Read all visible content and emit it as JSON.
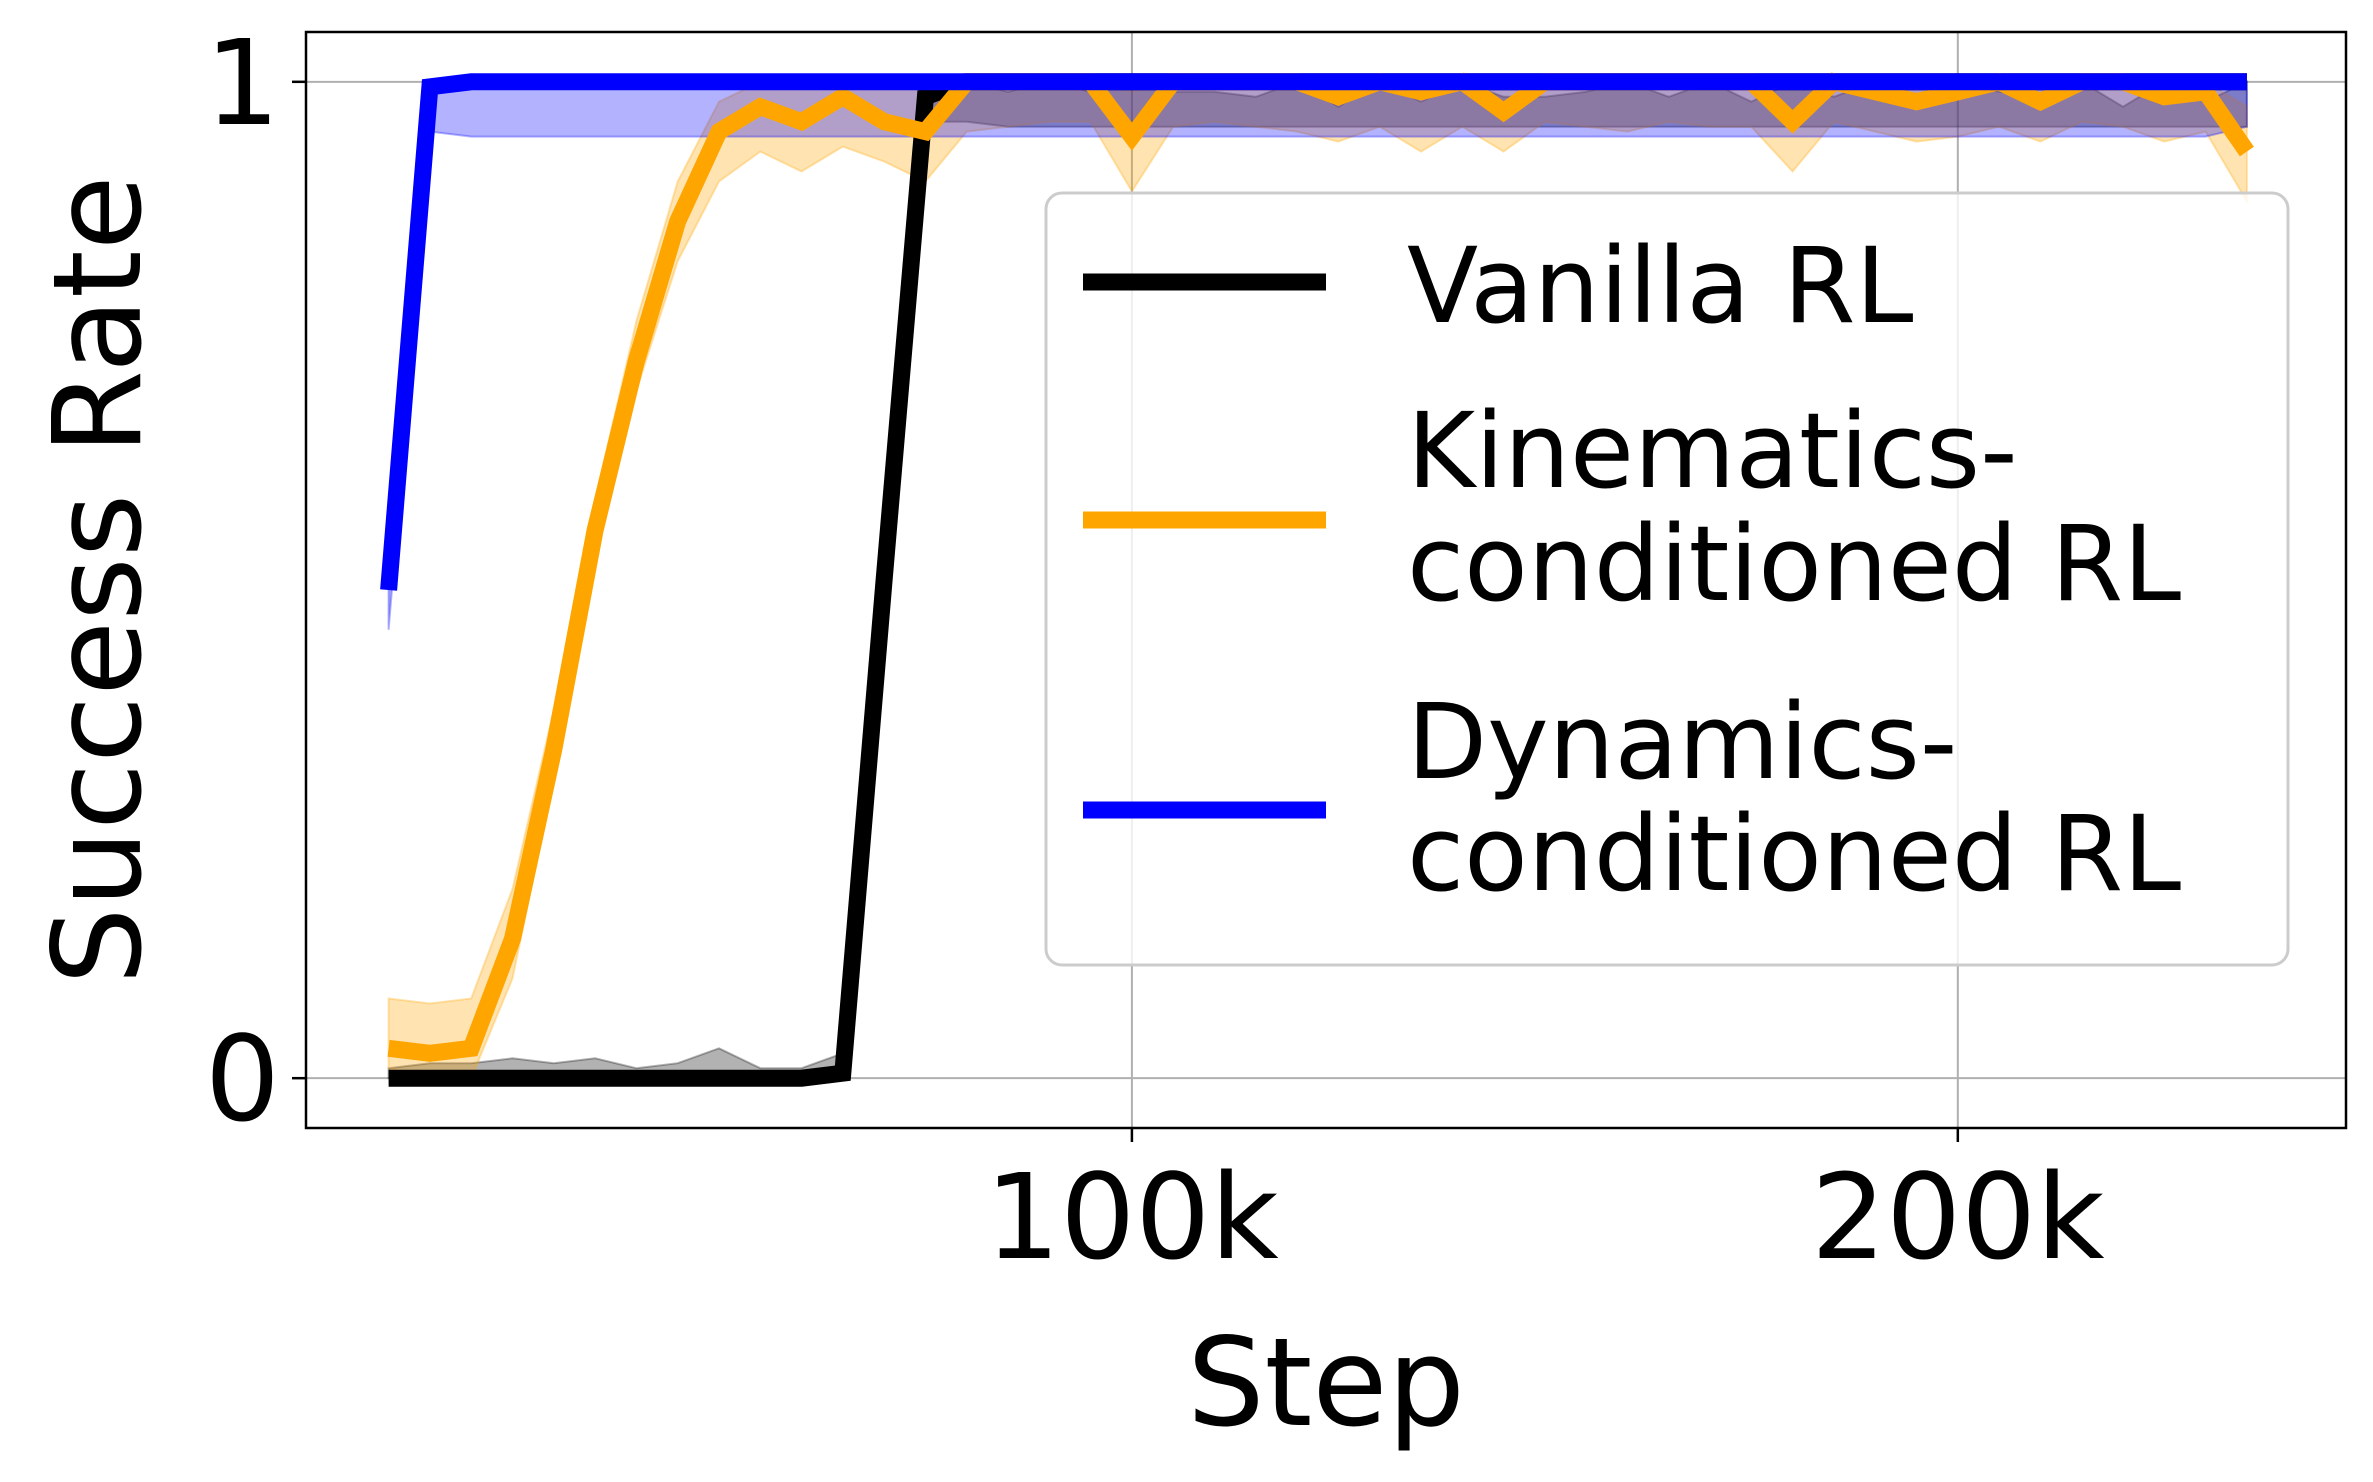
{
  "chart_data": {
    "type": "line",
    "title": "",
    "xlabel": "Step",
    "ylabel": "Success Rate",
    "xlim": [
      0,
      247000
    ],
    "ylim": [
      -0.05,
      1.05
    ],
    "x_ticks": [
      100000,
      200000
    ],
    "x_tick_labels": [
      "100k",
      "200k"
    ],
    "y_ticks": [
      0,
      1
    ],
    "y_tick_labels": [
      "0",
      "1"
    ],
    "grid": true,
    "legend_placement": "right",
    "series": [
      {
        "name": "Vanilla RL",
        "color": "#000000",
        "x": [
          10000,
          15000,
          20000,
          25000,
          30000,
          35000,
          40000,
          45000,
          50000,
          55000,
          60000,
          65000,
          70000,
          75000,
          80000,
          85000,
          90000,
          95000,
          100000,
          105000,
          110000,
          115000,
          120000,
          125000,
          130000,
          135000,
          140000,
          145000,
          150000,
          155000,
          160000,
          165000,
          170000,
          175000,
          180000,
          185000,
          190000,
          195000,
          200000,
          205000,
          210000,
          215000,
          220000,
          225000,
          230000,
          235000
        ],
        "values": [
          0,
          0,
          0,
          0,
          0,
          0,
          0,
          0,
          0,
          0,
          0,
          0.005,
          0.5,
          0.985,
          1,
          1,
          1,
          1,
          1,
          1,
          1,
          1,
          1,
          1,
          1,
          1,
          1,
          1,
          1,
          1,
          1,
          1,
          1,
          1,
          1,
          1,
          1,
          1,
          1,
          1,
          1,
          1,
          1,
          1,
          1,
          1
        ],
        "lower": [
          0,
          0,
          0,
          0,
          0,
          0,
          0,
          0,
          0,
          0,
          0,
          0,
          0.45,
          0.96,
          0.96,
          0.955,
          0.955,
          0.955,
          0.955,
          0.955,
          0.955,
          0.955,
          0.955,
          0.955,
          0.955,
          0.955,
          0.955,
          0.955,
          0.955,
          0.955,
          0.955,
          0.955,
          0.955,
          0.955,
          0.955,
          0.955,
          0.955,
          0.955,
          0.955,
          0.955,
          0.955,
          0.955,
          0.955,
          0.955,
          0.955,
          0.955
        ],
        "upper": [
          0.01,
          0.015,
          0.015,
          0.02,
          0.015,
          0.02,
          0.01,
          0.015,
          0.03,
          0.01,
          0.01,
          0.025,
          0.55,
          1,
          1,
          0.99,
          1,
          0.99,
          1,
          0.99,
          0.99,
          0.985,
          1,
          0.975,
          1,
          0.98,
          1,
          0.985,
          0.985,
          0.99,
          1,
          0.985,
          1,
          0.98,
          1,
          0.985,
          1,
          0.975,
          1,
          0.99,
          0.985,
          1,
          0.975,
          1,
          0.98,
          1
        ]
      },
      {
        "name": "Kinematics-\nconditioned RL",
        "color": "#FFA500",
        "x": [
          10000,
          15000,
          20000,
          25000,
          30000,
          35000,
          40000,
          45000,
          50000,
          55000,
          60000,
          65000,
          70000,
          75000,
          80000,
          85000,
          90000,
          95000,
          100000,
          105000,
          110000,
          115000,
          120000,
          125000,
          130000,
          135000,
          140000,
          145000,
          150000,
          155000,
          160000,
          165000,
          170000,
          175000,
          180000,
          185000,
          190000,
          195000,
          200000,
          205000,
          210000,
          215000,
          220000,
          225000,
          230000,
          235000
        ],
        "values": [
          0.03,
          0.025,
          0.03,
          0.14,
          0.33,
          0.55,
          0.72,
          0.86,
          0.95,
          0.975,
          0.96,
          0.985,
          0.96,
          0.95,
          1,
          1,
          1,
          1,
          0.945,
          1,
          1,
          1,
          1,
          0.985,
          1,
          0.99,
          1,
          0.97,
          1,
          1,
          1,
          1,
          1,
          1,
          0.96,
          1,
          0.99,
          0.98,
          0.99,
          1,
          0.98,
          1,
          1,
          0.985,
          0.99,
          0.93
        ],
        "lower": [
          0.01,
          0.0,
          0.0,
          0.1,
          0.3,
          0.52,
          0.69,
          0.82,
          0.9,
          0.93,
          0.91,
          0.935,
          0.92,
          0.9,
          0.95,
          0.955,
          0.96,
          0.96,
          0.89,
          0.955,
          0.96,
          0.955,
          0.95,
          0.94,
          0.955,
          0.93,
          0.955,
          0.93,
          0.96,
          0.955,
          0.95,
          0.96,
          0.955,
          0.955,
          0.91,
          0.96,
          0.95,
          0.94,
          0.945,
          0.955,
          0.94,
          0.96,
          0.955,
          0.94,
          0.95,
          0.88
        ],
        "upper": [
          0.08,
          0.075,
          0.08,
          0.19,
          0.37,
          0.58,
          0.76,
          0.9,
          0.98,
          1,
          1,
          1,
          1,
          0.99,
          1,
          1,
          1,
          1,
          0.99,
          1,
          1,
          1,
          1,
          1,
          1,
          1,
          1,
          1,
          1,
          1,
          1,
          1,
          1,
          1,
          1,
          1,
          1,
          1,
          1,
          1,
          1,
          1,
          1,
          1,
          1,
          0.975
        ]
      },
      {
        "name": "Dynamics-\nconditioned RL",
        "color": "#0000FF",
        "x": [
          10000,
          15000,
          20000,
          25000,
          30000,
          35000,
          40000,
          45000,
          50000,
          55000,
          60000,
          65000,
          70000,
          75000,
          80000,
          85000,
          90000,
          95000,
          100000,
          105000,
          110000,
          115000,
          120000,
          125000,
          130000,
          135000,
          140000,
          145000,
          150000,
          155000,
          160000,
          165000,
          170000,
          175000,
          180000,
          185000,
          190000,
          195000,
          200000,
          205000,
          210000,
          215000,
          220000,
          225000,
          230000,
          235000
        ],
        "values": [
          0.49,
          0.995,
          1,
          1,
          1,
          1,
          1,
          1,
          1,
          1,
          1,
          1,
          1,
          1,
          1,
          1,
          1,
          1,
          1,
          1,
          1,
          1,
          1,
          1,
          1,
          1,
          1,
          1,
          1,
          1,
          1,
          1,
          1,
          1,
          1,
          1,
          1,
          1,
          1,
          1,
          1,
          1,
          1,
          1,
          1,
          1
        ],
        "lower": [
          0.45,
          0.95,
          0.945,
          0.945,
          0.945,
          0.945,
          0.945,
          0.945,
          0.945,
          0.945,
          0.945,
          0.945,
          0.945,
          0.945,
          0.945,
          0.945,
          0.945,
          0.945,
          0.945,
          0.945,
          0.945,
          0.945,
          0.945,
          0.945,
          0.945,
          0.945,
          0.945,
          0.945,
          0.945,
          0.945,
          0.945,
          0.945,
          0.945,
          0.945,
          0.945,
          0.945,
          0.945,
          0.945,
          0.945,
          0.945,
          0.945,
          0.945,
          0.945,
          0.945,
          0.945,
          0.955
        ],
        "upper": [
          0.5,
          1,
          1,
          1,
          1,
          1,
          1,
          1,
          1,
          1,
          1,
          1,
          1,
          1,
          1,
          1,
          1,
          1,
          1,
          1,
          1,
          1,
          1,
          1,
          1,
          1,
          1,
          1,
          1,
          1,
          1,
          1,
          1,
          1,
          1,
          1,
          1,
          1,
          1,
          1,
          1,
          1,
          1,
          1,
          1,
          1
        ]
      }
    ]
  }
}
